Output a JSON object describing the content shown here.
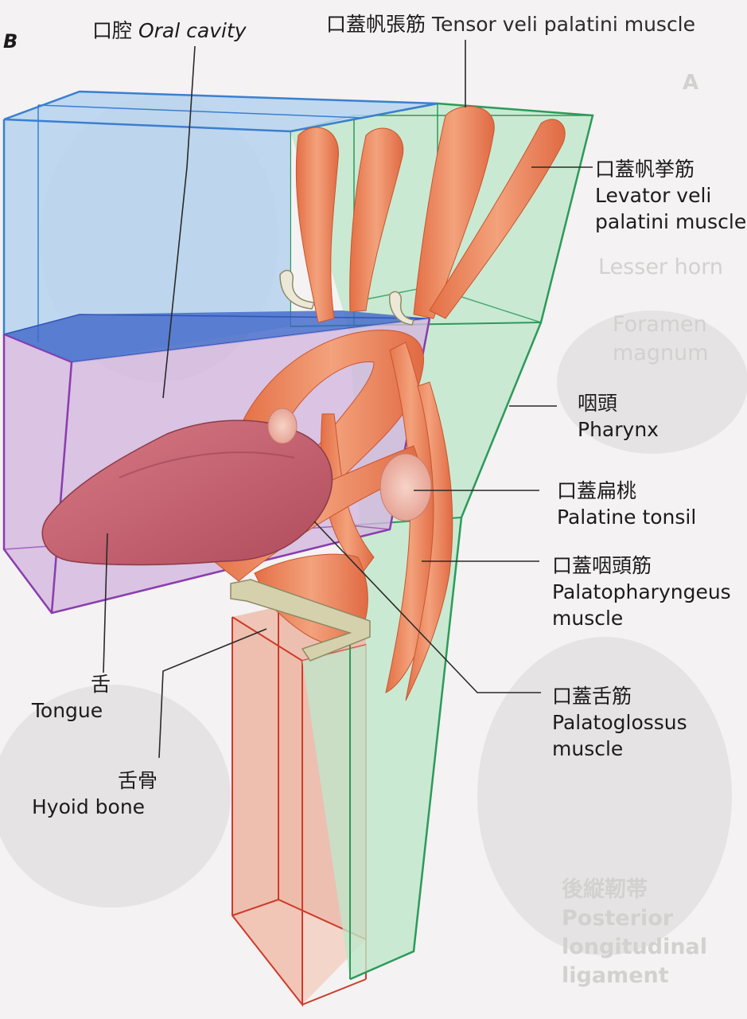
{
  "figure": {
    "panel_label": "B",
    "background_panel_label": "A"
  },
  "labels": {
    "oral_cavity": {
      "ja": "口腔",
      "en": "Oral cavity"
    },
    "tensor_veli": {
      "ja": "口蓋帆張筋",
      "en": "Tensor veli palatini muscle"
    },
    "levator_veli": {
      "ja": "口蓋帆挙筋",
      "en_line1": "Levator veli",
      "en_line2": "palatini muscle"
    },
    "pharynx": {
      "ja": "咽頭",
      "en": "Pharynx"
    },
    "palatine_tonsil": {
      "ja": "口蓋扁桃",
      "en": "Palatine tonsil"
    },
    "palatopharyngeus": {
      "ja": "口蓋咽頭筋",
      "en_line1": "Palatopharyngeus",
      "en_line2": "muscle"
    },
    "palatoglossus": {
      "ja": "口蓋舌筋",
      "en_line1": "Palatoglossus",
      "en_line2": "muscle"
    },
    "tongue": {
      "ja": "舌",
      "en": "Tongue"
    },
    "hyoid_bone": {
      "ja": "舌骨",
      "en": "Hyoid bone"
    }
  },
  "background_text": {
    "lesser_horn": "Lesser horn",
    "foramen": "Foramen",
    "magnum": "magnum",
    "posterior_ligament": {
      "ja": "後縦靭帯",
      "line1": "Posterior",
      "line2": "longitudinal",
      "line3": "ligament"
    }
  },
  "colors": {
    "oral_box": "#b9d6f0",
    "oral_edge": "#3b7fd0",
    "pharynx_box": "#b8e3c3",
    "pharynx_edge": "#2c9a5a",
    "mouth_box": "#cfb4da",
    "mouth_edge": "#8a3cad",
    "larynx_box": "#ecb6a3",
    "larynx_edge": "#cf3a2a",
    "muscle": "#e9835a",
    "tongue": "#c8606e",
    "hyoid": "#d6d1ad"
  }
}
